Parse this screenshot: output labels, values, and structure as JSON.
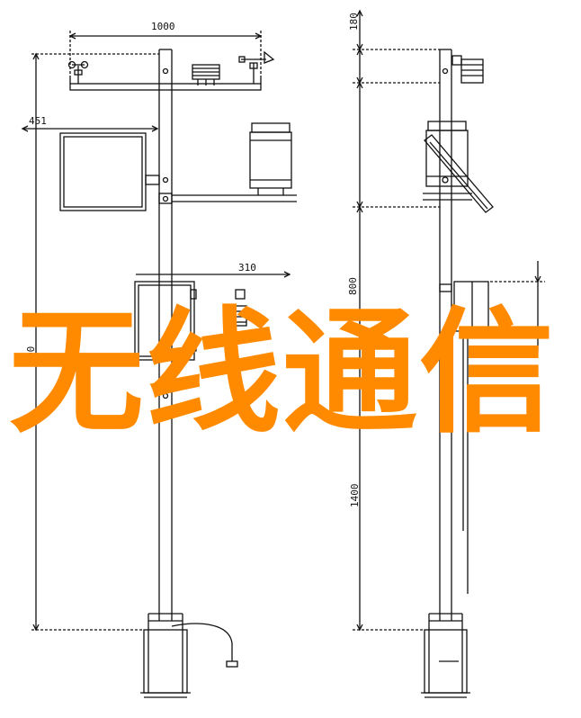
{
  "dimensions": {
    "top_width": "1000",
    "panel_offset": "451",
    "box_width": "310",
    "top_height": "180",
    "mid_height": "800",
    "lower_height": "1400",
    "left_total_fragment": "00"
  },
  "overlay": {
    "text": "无线通信",
    "color": "#ff8a00"
  }
}
